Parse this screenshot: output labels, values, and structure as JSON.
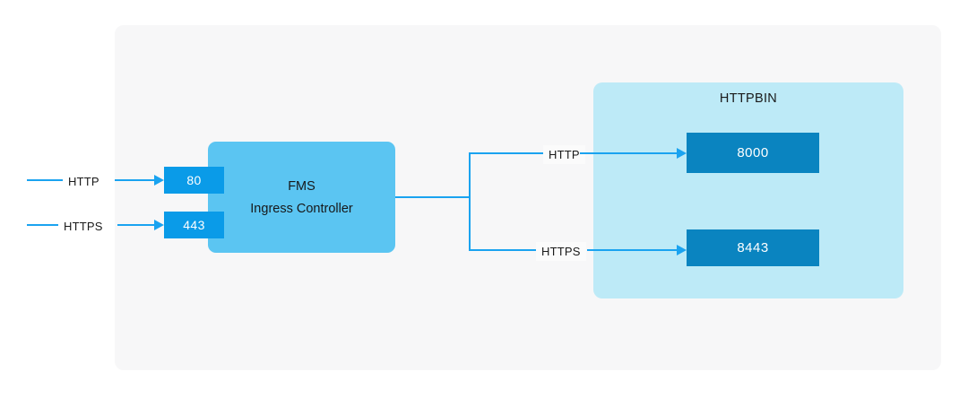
{
  "diagram": {
    "gray_panel": {
      "name": "cluster-panel"
    },
    "ingress": {
      "line1": "FMS",
      "line2": "Ingress Controller",
      "ports": [
        {
          "label": "80"
        },
        {
          "label": "443"
        }
      ]
    },
    "inbound_edges": [
      {
        "label": "HTTP"
      },
      {
        "label": "HTTPS"
      }
    ],
    "branch_edges": [
      {
        "label": "HTTP"
      },
      {
        "label": "HTTPS"
      }
    ],
    "backend": {
      "title": "HTTPBIN",
      "services": [
        {
          "label": "8000"
        },
        {
          "label": "8443"
        }
      ]
    },
    "colors": {
      "page_background": "#ffffff",
      "panel_gray": "#f7f7f8",
      "panel_cyan": "#bdeaf7",
      "ingress_box": "#5bc5f2",
      "port_box": "#0a9be8",
      "service_box": "#0a84c0",
      "connector_line": "#1aa3f0",
      "text_dark": "#1a1a1a",
      "text_light": "#ffffff"
    }
  }
}
